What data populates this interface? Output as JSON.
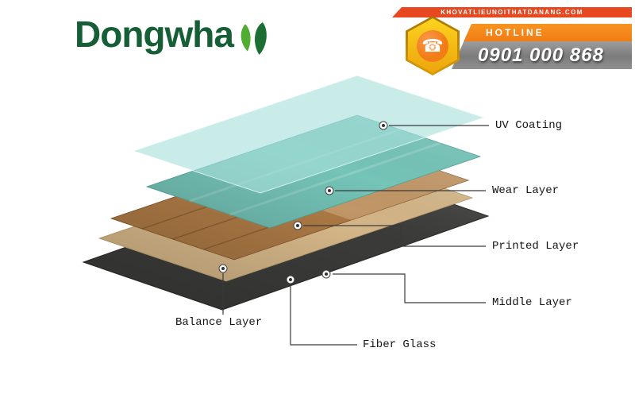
{
  "logo": {
    "text": "Dongwha"
  },
  "hotline": {
    "website": "KHOVATLIEUNOITHATDANANG.COM",
    "label": "HOTLINE",
    "number": "0901 000 868"
  },
  "colors": {
    "brand_green": "#155e36",
    "leaf_light": "#4fae31",
    "leaf_dark": "#1c6f33",
    "banner_red": "#e8481f",
    "accent_orange": "#f27c15",
    "hex_gold": "#f5bd16",
    "layer_uv": "#a8e1dc",
    "layer_wear": "#77c8bc",
    "layer_printed": "#b07c46",
    "layer_middle": "#d8b98a",
    "layer_dark": "#3b3b39"
  },
  "diagram": {
    "labels": {
      "uv": "UV Coating",
      "wear": "Wear Layer",
      "printed": "Printed Layer",
      "middle": "Middle Layer",
      "balance": "Balance Layer",
      "fiber": "Fiber Glass"
    }
  }
}
